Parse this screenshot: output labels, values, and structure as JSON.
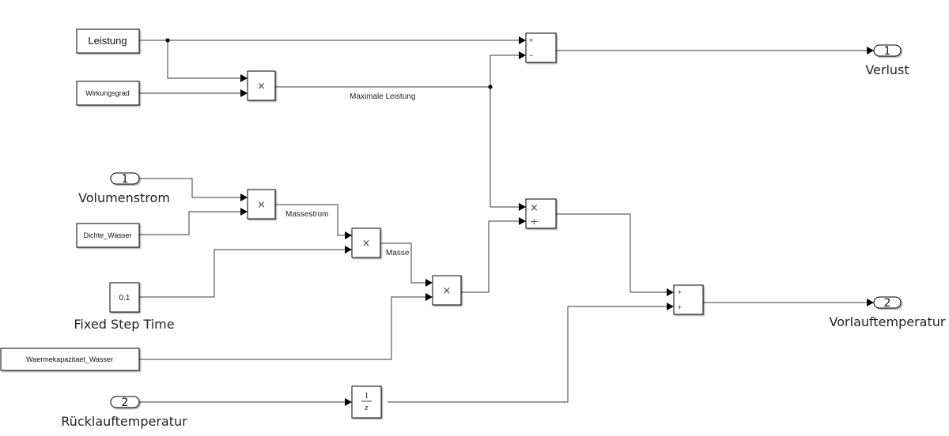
{
  "diagram": {
    "blocks": {
      "leistung": {
        "label": "Leistung",
        "type": "constant"
      },
      "wirkungsgrad": {
        "label": "Wirkungsgrad",
        "type": "constant"
      },
      "product_max": {
        "label": "×",
        "type": "product"
      },
      "sum_verlust": {
        "type": "sum",
        "signs": [
          "+",
          "−"
        ]
      },
      "outport_verlust": {
        "number": "1",
        "name": "Verlust",
        "type": "outport"
      },
      "inport_volumenstrom": {
        "number": "1",
        "name": "Volumenstrom",
        "type": "inport"
      },
      "dichte_wasser": {
        "label": "Dichte_Wasser",
        "type": "constant"
      },
      "product_massestrom": {
        "label": "×",
        "type": "product"
      },
      "product_masse": {
        "label": "×",
        "type": "product"
      },
      "fixed_step_time": {
        "label": "0.1",
        "name": "Fixed Step Time",
        "type": "constant"
      },
      "product_energie": {
        "label": "×",
        "type": "product"
      },
      "waermekapazitaet": {
        "label": "Waermekapazitaet_Wasser",
        "type": "constant"
      },
      "divide": {
        "type": "divide",
        "signs": [
          "×",
          "÷"
        ]
      },
      "sum_vorlauf": {
        "type": "sum",
        "signs": [
          "+",
          "+"
        ]
      },
      "outport_vorlauf": {
        "number": "2",
        "name": "Vorlauftemperatur",
        "type": "outport"
      },
      "inport_ruecklauf": {
        "number": "2",
        "name": "Rücklauftemperatur",
        "type": "inport"
      },
      "unit_delay": {
        "numerator": "1",
        "denominator": "z",
        "type": "unit-delay"
      }
    },
    "signal_labels": {
      "maximale_leistung": "Maximale Leistung",
      "massestrom": "Massestrom",
      "masse": "Masse"
    }
  }
}
